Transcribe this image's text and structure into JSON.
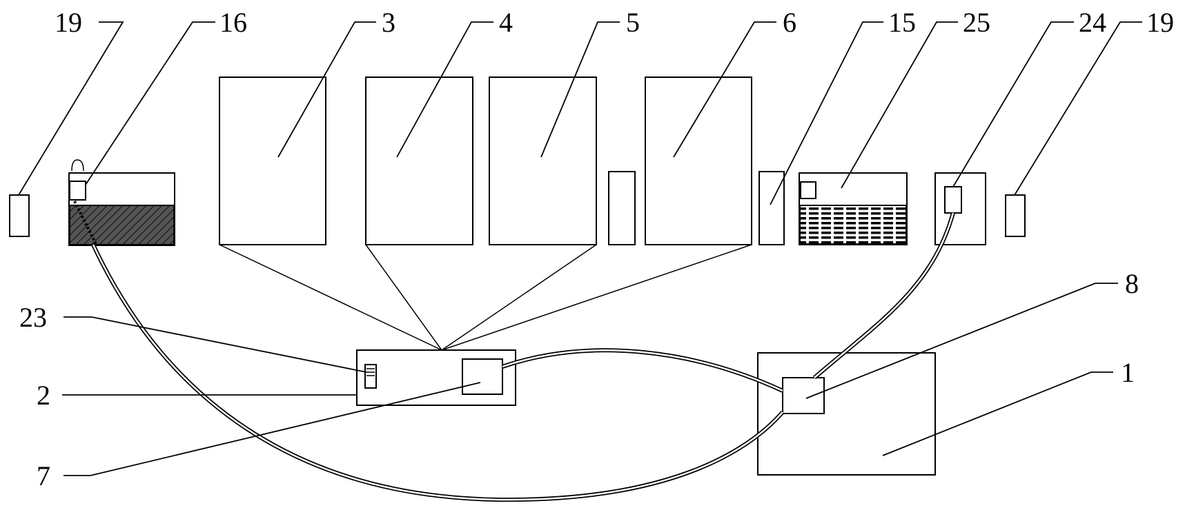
{
  "labels": {
    "l19a": "19",
    "l16": "16",
    "l3": "3",
    "l4": "4",
    "l5": "5",
    "l6": "6",
    "l15": "15",
    "l25": "25",
    "l24": "24",
    "l19b": "19",
    "l8": "8",
    "l23": "23",
    "l2": "2",
    "l1": "1",
    "l7": "7"
  },
  "colors": {
    "line": "#000000",
    "background": "#ffffff"
  }
}
